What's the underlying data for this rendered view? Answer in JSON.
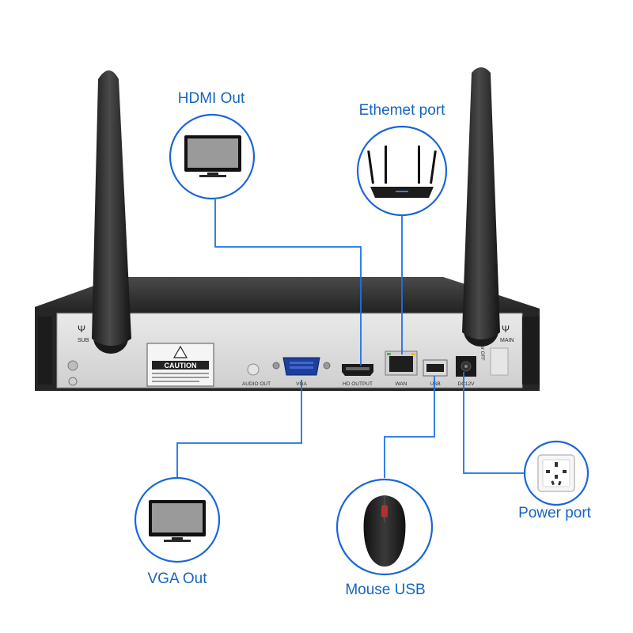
{
  "callouts": {
    "hdmi": "HDMI Out",
    "ethernet": "Ethemet port",
    "vga": "VGA Out",
    "mouse": "Mouse USB",
    "power": "Power port"
  },
  "panel": {
    "sub": "SUB",
    "main": "MAIN",
    "caution": "CAUTION",
    "audio_out": "AUDIO OUT",
    "vga": "VGA",
    "hd_output": "HD OUTPUT",
    "wan": "WAN",
    "usb": "USB",
    "dc12v": "DC12V",
    "power_off": "Power OFF"
  },
  "colors": {
    "label": "#1565c0",
    "line": "#1a73e8",
    "circle_border": "#1a66d9",
    "chassis": "#2b2b2b",
    "panel": "#dcdcdc"
  }
}
